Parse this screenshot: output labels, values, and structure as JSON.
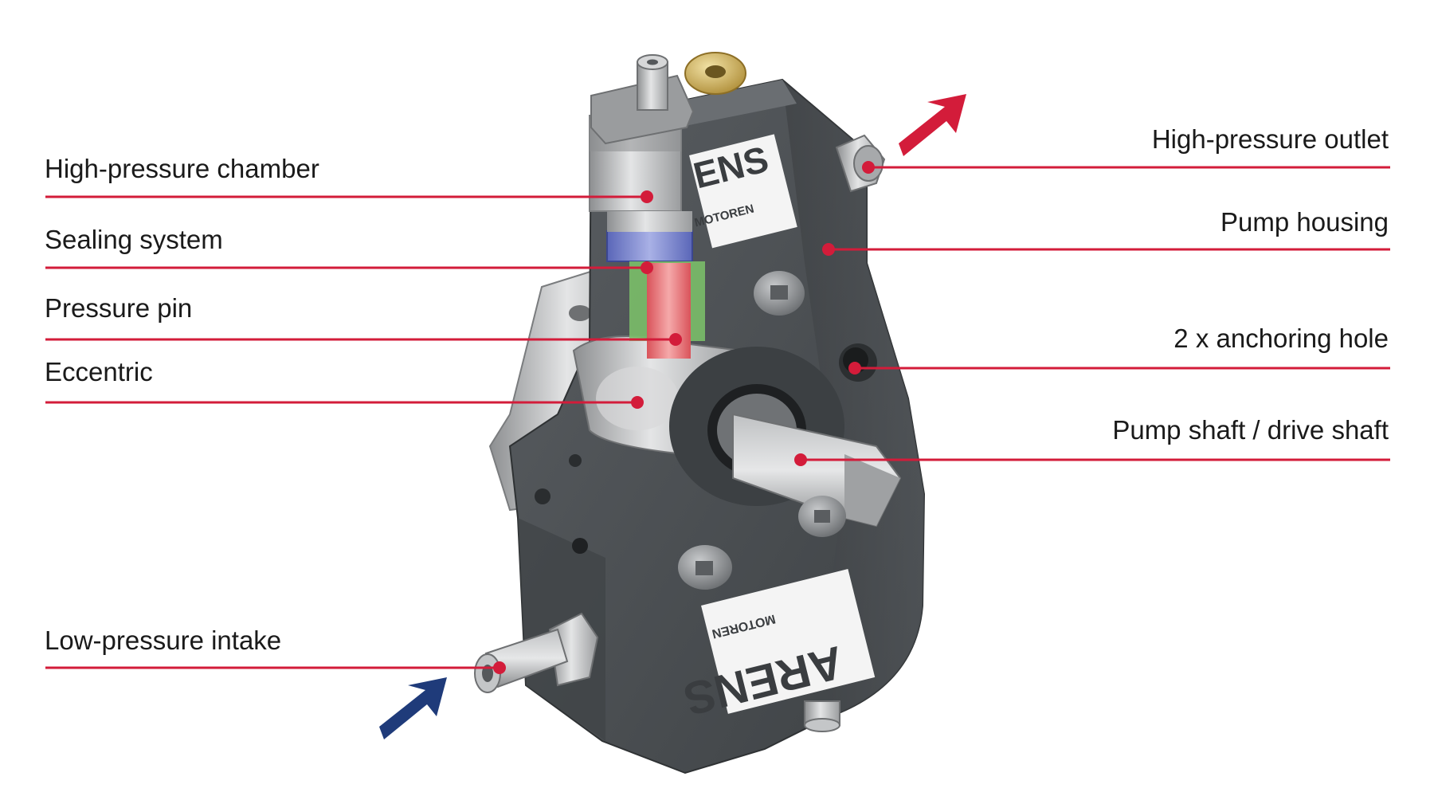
{
  "labels": {
    "high_pressure_chamber": "High-pressure chamber",
    "sealing_system": "Sealing system",
    "pressure_pin": "Pressure pin",
    "eccentric": "Eccentric",
    "low_pressure_intake": "Low-pressure intake",
    "high_pressure_outlet": "High-pressure outlet",
    "pump_housing": "Pump housing",
    "anchoring_hole": "2 x anchoring hole",
    "pump_shaft": "Pump shaft / drive shaft"
  },
  "logos": {
    "upper_brand": "ENS",
    "upper_sub": "MOTOREN",
    "lower_brand": "ARENS",
    "lower_sub": "MOTOREN"
  },
  "colors": {
    "leader_line": "#d31c3a",
    "outlet_arrow": "#d31c3a",
    "intake_arrow": "#1f3b7a",
    "housing": "#4b4f53"
  },
  "icons": {
    "outlet_arrow": "arrow-up-right-red",
    "intake_arrow": "arrow-up-right-blue"
  }
}
